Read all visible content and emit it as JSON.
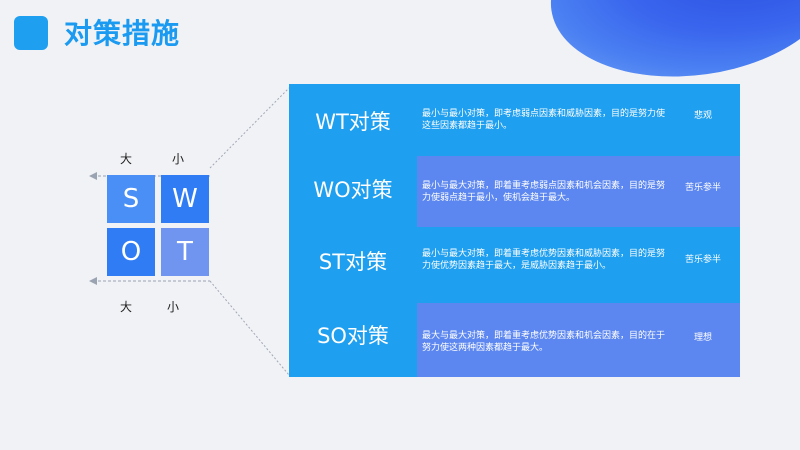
{
  "header": {
    "title": "对策措施"
  },
  "swot": {
    "tiles": [
      "S",
      "W",
      "O",
      "T"
    ],
    "top_labels": [
      "大",
      "小"
    ],
    "bottom_labels": [
      "大",
      "小"
    ]
  },
  "strategies": [
    {
      "name": "WT对策",
      "desc": "最小与最小对策，即考虑弱点因素和威胁因素，目的是努力使这些因素都趋于最小。",
      "tag": "悲观"
    },
    {
      "name": "WO对策",
      "desc": "最小与最大对策，即着重考虑弱点因素和机会因素，目的是努力使弱点趋于最小，使机会趋于最大。",
      "tag": "苦乐参半"
    },
    {
      "name": "ST对策",
      "desc": "最小与最大对策，即着重考虑优势因素和威胁因素，目的是努力使优势因素趋于最大，是威胁因素趋于最小。",
      "tag": "苦乐参半"
    },
    {
      "name": "SO对策",
      "desc": "最大与最大对策，即着重考虑优势因素和机会因素，目的在于努力使这两种因素都趋于最大。",
      "tag": "理想"
    }
  ],
  "colors": {
    "accent": "#1e9ff0",
    "row_alt": "#5d87f0",
    "tile_blue": "#2f7cf4"
  }
}
